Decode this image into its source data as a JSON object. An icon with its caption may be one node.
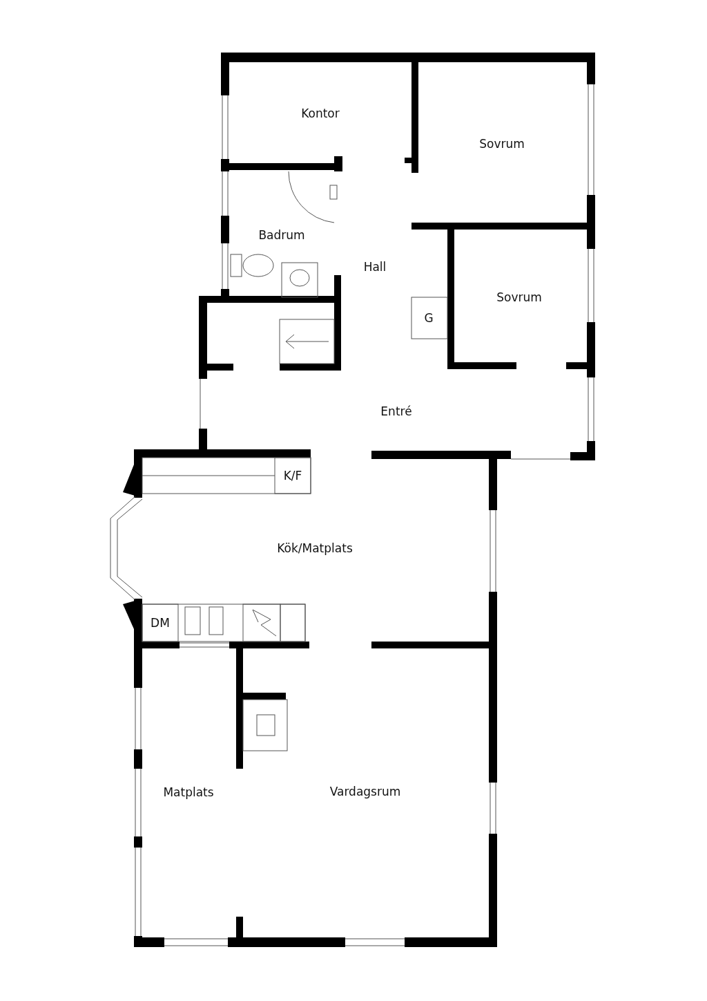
{
  "diagram": {
    "labels": [
      "Kontor",
      "Sovrum",
      "Badrum",
      "Hall",
      "Sovrum",
      "G",
      "Entré",
      "K/F",
      "Kök/Matplats",
      "DM",
      "Matplats",
      "Vardagsrum"
    ]
  }
}
